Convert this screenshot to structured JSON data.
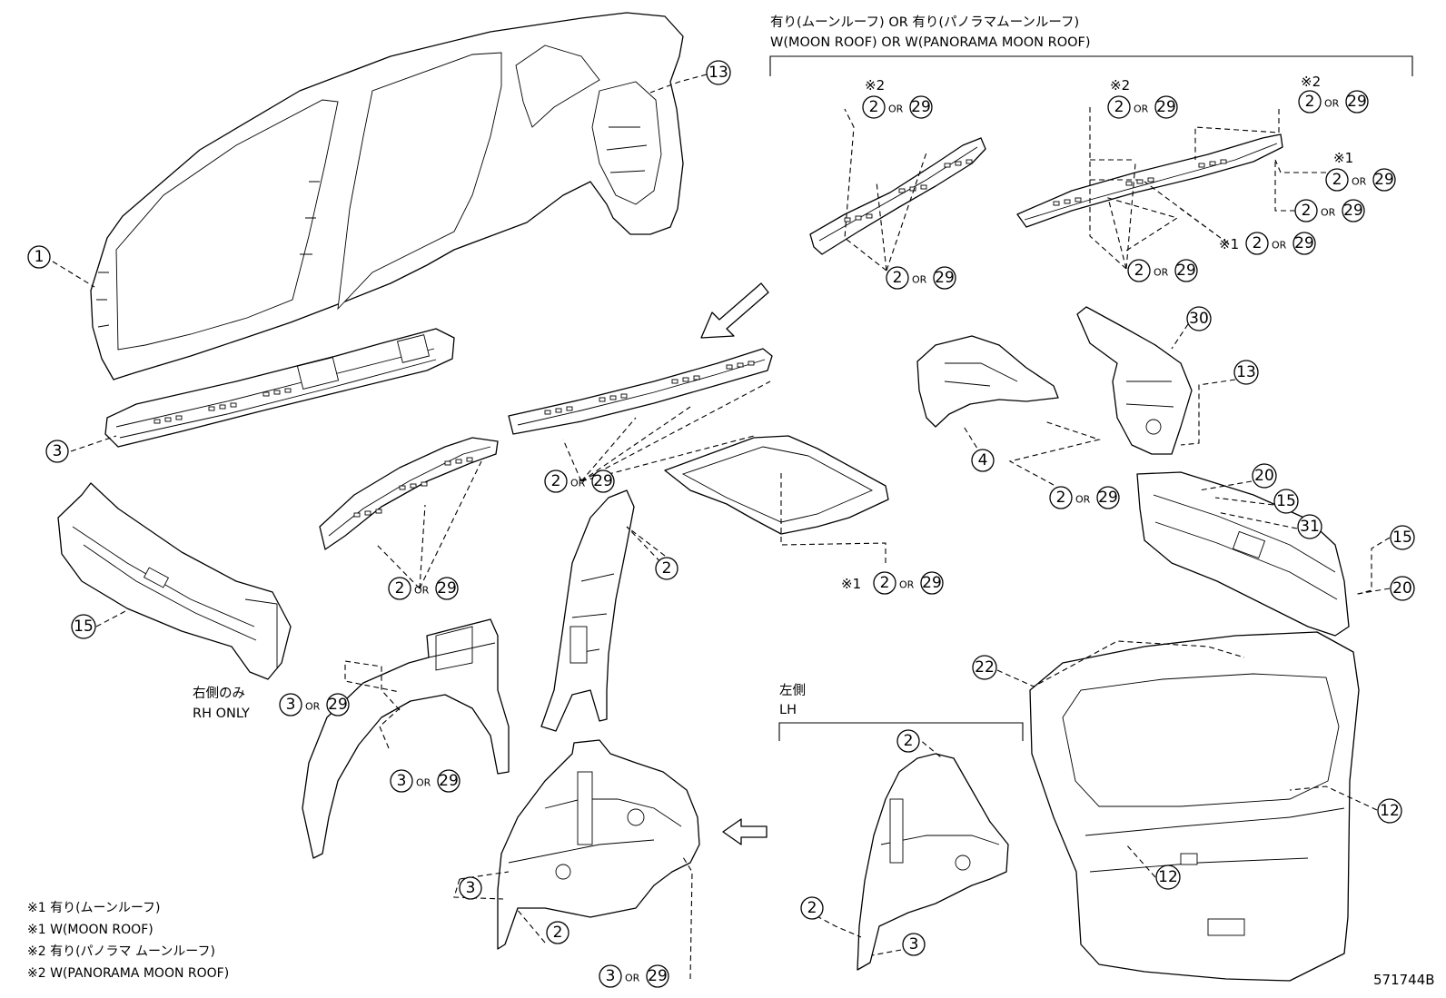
{
  "header": {
    "line1": "有り(ムーンルーフ) OR 有り(パノラマムーンルーフ)",
    "line2": "W(MOON ROOF) OR W(PANORAMA MOON ROOF)"
  },
  "labels": {
    "rh_jp": "右側のみ",
    "rh_en": "RH ONLY",
    "lh_jp": "左側",
    "lh_en": "LH"
  },
  "notes": [
    "※1 有り(ムーンルーフ)",
    "※1 W(MOON ROOF)",
    "※2 有り(パノラマ ムーンルーフ)",
    "※2 W(PANORAMA MOON ROOF)"
  ],
  "or_word": "OR",
  "marks": {
    "m1": "※1",
    "m2": "※2"
  },
  "numbers": {
    "n1": "1",
    "n2": "2",
    "n3": "3",
    "n4": "4",
    "n12": "12",
    "n13": "13",
    "n15": "15",
    "n20": "20",
    "n22": "22",
    "n29": "29",
    "n30": "30",
    "n31": "31"
  },
  "figure_code": "571744B"
}
